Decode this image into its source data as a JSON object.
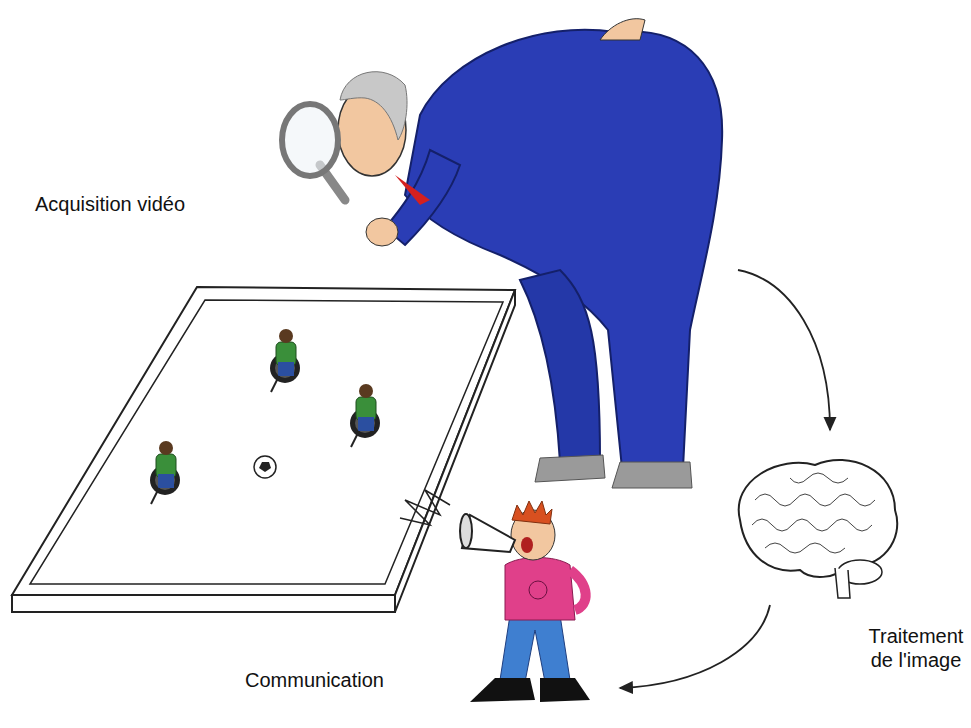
{
  "diagram": {
    "labels": [
      "Acquisition vidéo",
      "Traitement de l'image",
      "Communication"
    ]
  }
}
